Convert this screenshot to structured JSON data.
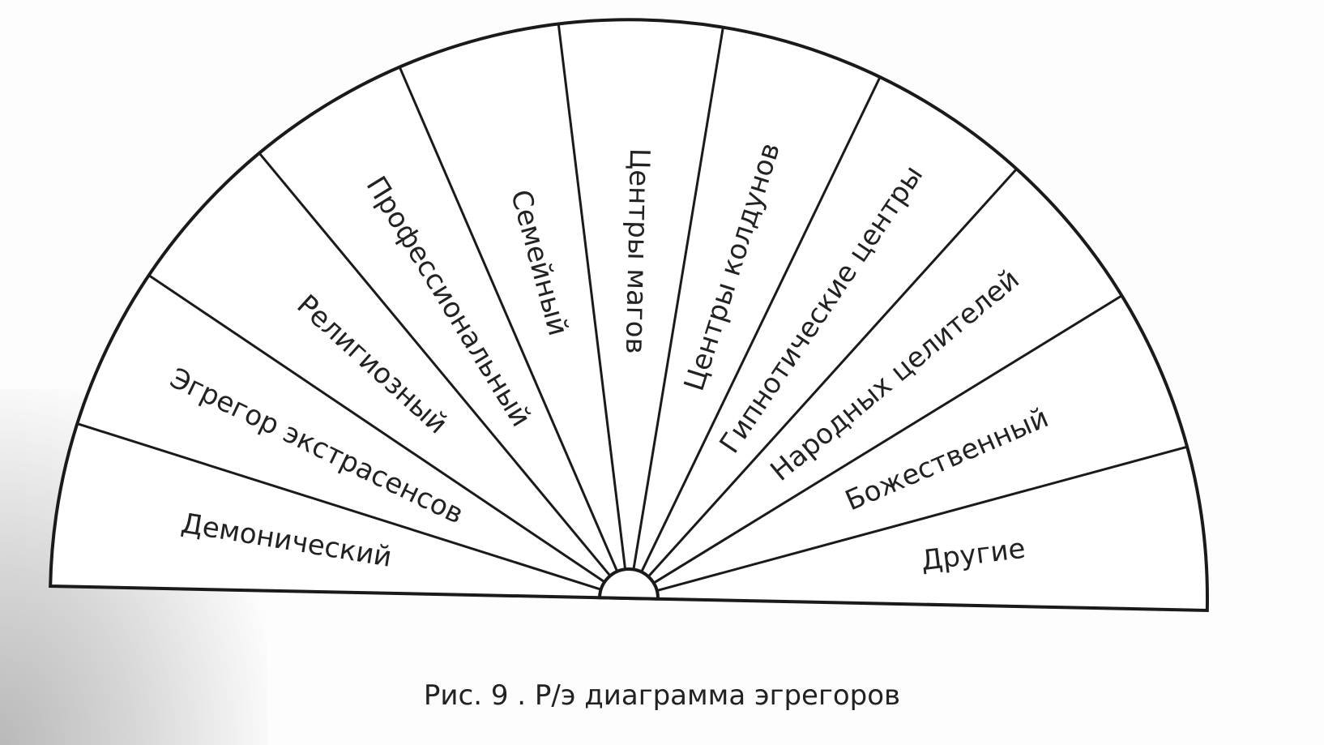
{
  "diagram": {
    "sectors": [
      "Демонический",
      "Эгрегор экстрасенсов",
      "Религиозный",
      "Профессиональный",
      "Семейный",
      "Центры магов",
      "Центры колдунов",
      "Гипнотические центры",
      "Народных целителей",
      "Божественный",
      "Другие"
    ],
    "caption": "Рис. 9 . Р/э диаграмма эгрегоров"
  },
  "colors": {
    "line": "#1a1a1a",
    "text": "#222222",
    "paper": "#fdfdfd"
  }
}
